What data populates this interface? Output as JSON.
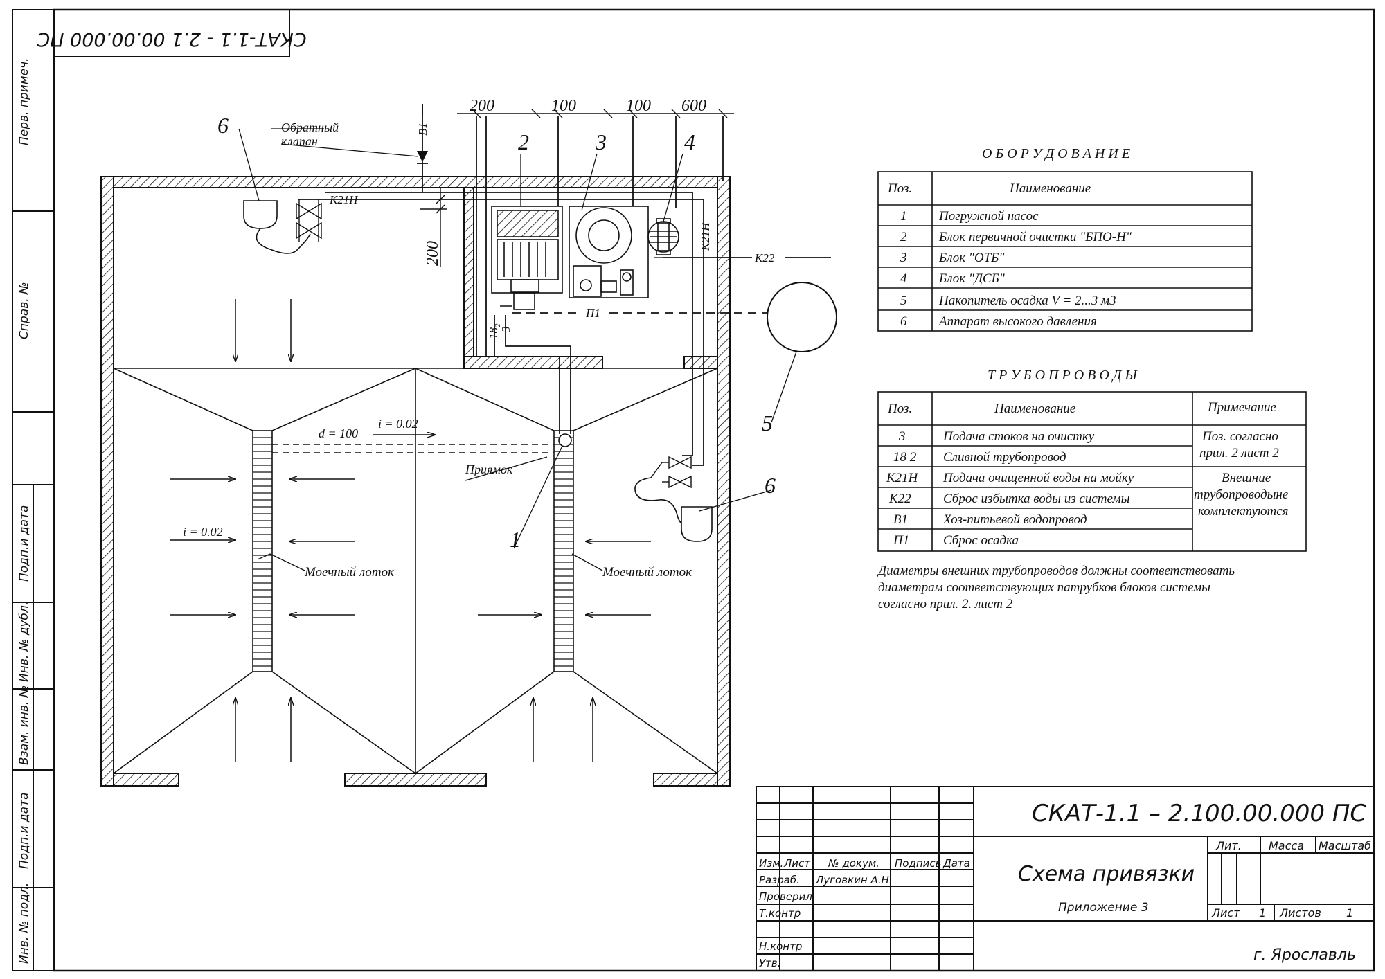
{
  "document_code_rotated": "СКАТ-1.1 - 2.1   00.00.000 ПС",
  "side_stamp": {
    "labels": [
      "Перв. примеч.",
      "Справ. №",
      "Подп.и дата",
      "Инв. № дубл.",
      "Взам. инв. №",
      "Подп.и дата",
      "Инв. № подл."
    ]
  },
  "plan": {
    "callouts": {
      "n1": "1",
      "n2": "2",
      "n3": "3",
      "n4": "4",
      "n5": "5",
      "n6a": "6",
      "n6b": "6"
    },
    "dims": {
      "d200a": "200",
      "d100a": "100",
      "d100b": "100",
      "d600": "600",
      "d200v": "200"
    },
    "labels": {
      "check_valve_1": "Обратный",
      "check_valve_2": "клапан",
      "v1": "В1",
      "k21n_h": "К21Н",
      "k21n_v": "К21Н",
      "k22": "К22",
      "p1": "П1",
      "p18": "18",
      "p18_sub": "2",
      "p3": "3",
      "pipe_d": "d = 100",
      "slope_top": "i = 0.02",
      "slope_left": "i = 0.02",
      "pit": "Приямок",
      "trough_left": "Моечный лоток",
      "trough_right": "Моечный лоток"
    }
  },
  "equipment": {
    "title": "О Б О Р У Д О В А Н И Е",
    "headers": [
      "Поз.",
      "Наименование"
    ],
    "rows": [
      [
        "1",
        "Погружной насос"
      ],
      [
        "2",
        "Блок первичной очистки \"БПО-Н\""
      ],
      [
        "3",
        "Блок \"ОТБ\""
      ],
      [
        "4",
        "Блок \"ДСБ\""
      ],
      [
        "5",
        "Накопитель осадка  V = 2...3  м3"
      ],
      [
        "6",
        "Аппарат высокого давления"
      ]
    ]
  },
  "pipelines": {
    "title": "Т Р У Б О П Р О В О Д Ы",
    "headers": [
      "Поз.",
      "Наименование",
      "Примечание"
    ],
    "rows": [
      [
        "3",
        "Подача стоков на очистку"
      ],
      [
        "18 2",
        "Сливной трубопровод"
      ],
      [
        "К21Н",
        "Подача очищенной воды на мойку"
      ],
      [
        "К22",
        "Сброс избытка воды из системы"
      ],
      [
        "В1",
        "Хоз-питьевой водопровод"
      ],
      [
        "П1",
        "Сброс осадка"
      ]
    ],
    "note_a_1": "Поз. согласно",
    "note_a_2": "прил. 2 лист 2",
    "note_b_1": "Внешние",
    "note_b_2": "трубопроводыне",
    "note_b_3": "комплектуются",
    "footnote_1": "Диаметры внешних трубопроводов должны соответствовать",
    "footnote_2": "диаметрам соответствующих патрубков блоков системы",
    "footnote_3": "согласно прил. 2. лист 2"
  },
  "title_block": {
    "code": "СКАТ-1.1 – 2.1.",
    "code_num": "00.00.000 ПС",
    "title": "Схема привязки",
    "subtitle": "Приложение 3",
    "col_izm": "Изм.",
    "col_list": "Лист",
    "col_doc": "№ докум.",
    "col_sign": "Подпись",
    "col_date": "Дата",
    "row_razrab": "Разраб.",
    "razrab_name": "Луговкин А.Н.",
    "row_prov": "Проверил",
    "row_tkontr": "Т.контр",
    "row_nkontr": "Н.контр",
    "row_utv": "Утв.",
    "lit": "Лит.",
    "massa": "Масса",
    "masshtab": "Масштаб",
    "sheet_label": "Лист",
    "sheet_num": "1",
    "sheets_label": "Листов",
    "sheets_num": "1",
    "city": "г. Ярославль"
  }
}
